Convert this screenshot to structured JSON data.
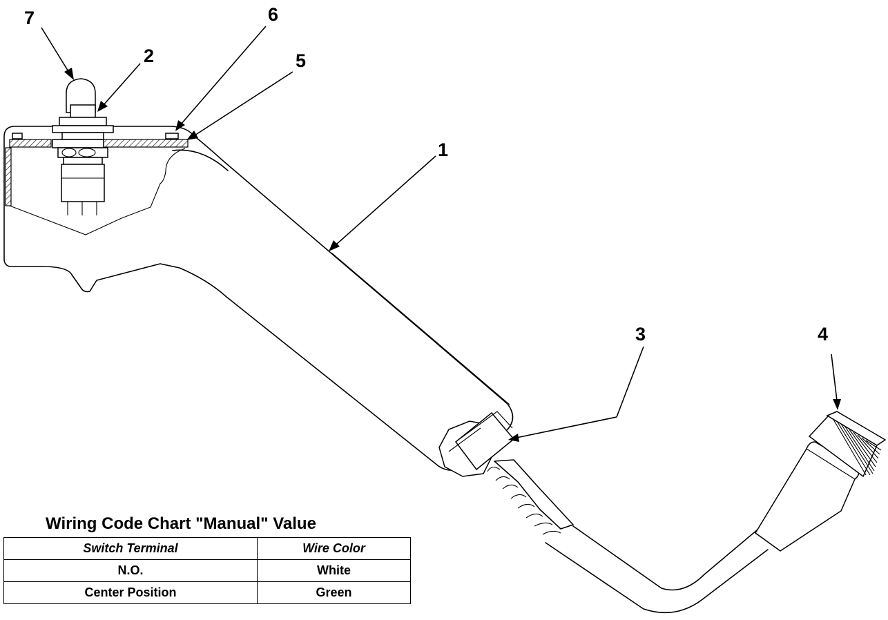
{
  "callouts": {
    "c1": "1",
    "c2": "2",
    "c3": "3",
    "c4": "4",
    "c5": "5",
    "c6": "6",
    "c7": "7"
  },
  "wiring_chart": {
    "title": "Wiring Code Chart \"Manual\" Value",
    "headers": [
      "Switch Terminal",
      "Wire Color"
    ],
    "rows": [
      [
        "N.O.",
        "White"
      ],
      [
        "Center Position",
        "Green"
      ]
    ]
  }
}
